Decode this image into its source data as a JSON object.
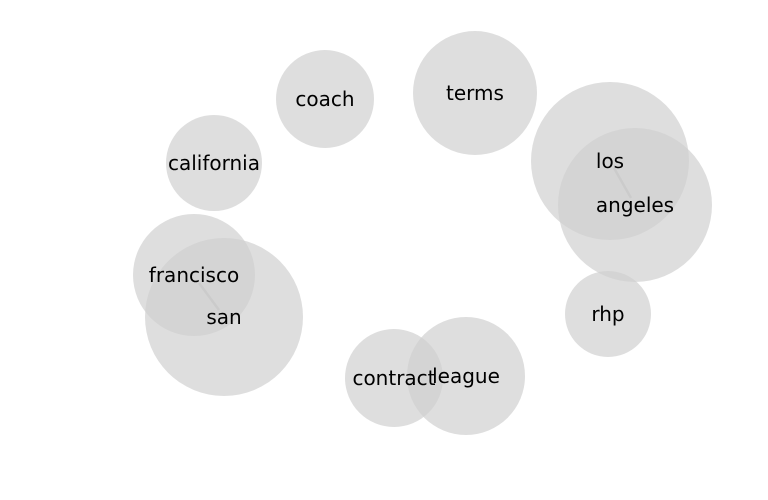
{
  "diagram": {
    "type": "word-cooccurrence-bubble-network",
    "colors": {
      "bubble": "#d0d0d0",
      "edge": "#8a8a8a",
      "label": "#000000",
      "background": "#ffffff"
    },
    "nodes": [
      {
        "id": "coach",
        "label": "coach"
      },
      {
        "id": "terms",
        "label": "terms"
      },
      {
        "id": "california",
        "label": "california"
      },
      {
        "id": "los",
        "label": "los"
      },
      {
        "id": "angeles",
        "label": "angeles"
      },
      {
        "id": "francisco",
        "label": "francisco"
      },
      {
        "id": "san",
        "label": "san"
      },
      {
        "id": "rhp",
        "label": "rhp"
      },
      {
        "id": "contract",
        "label": "contract"
      },
      {
        "id": "league",
        "label": "league"
      }
    ],
    "edges": [
      {
        "source": "los",
        "target": "angeles"
      },
      {
        "source": "francisco",
        "target": "san"
      }
    ]
  }
}
